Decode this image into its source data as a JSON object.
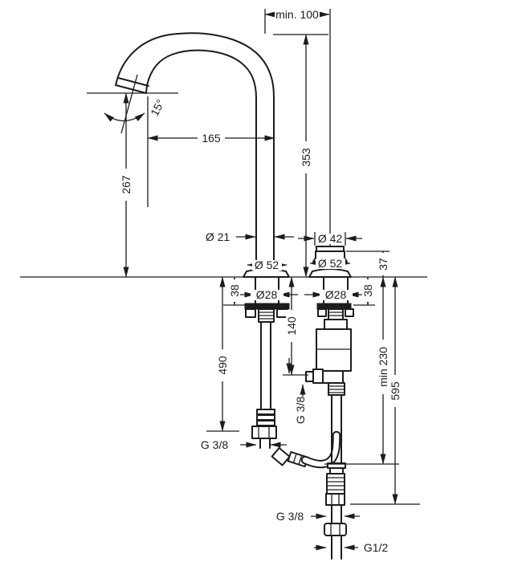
{
  "drawing": {
    "labels": {
      "min_distance": "min. 100",
      "spout_angle": "15°",
      "spout_reach": "165",
      "spout_outlet_height": "267",
      "spout_top_height": "353",
      "spout_pipe_diameter": "Ø 21",
      "handle_diameter": "Ø 42",
      "spout_escutcheon_diameter": "Ø 52",
      "handle_escutcheon_diameter": "Ø 52",
      "handle_height": "37",
      "left_shank_length": "38",
      "right_shank_length": "38",
      "left_shank_diameter": "Ø28",
      "right_shank_diameter": "Ø28",
      "side_outlet_depth": "140",
      "supply_pipe_length": "490",
      "side_outlet_thread": "G 3/8",
      "min_installation_depth": "min 230",
      "total_installation_depth": "595",
      "spout_pipe_thread": "G 3/8",
      "lower_thread": "G 3/8",
      "supply_connection_thread": "G1/2"
    },
    "colors": {
      "line": "#1c1c1c",
      "background": "#ffffff"
    }
  }
}
